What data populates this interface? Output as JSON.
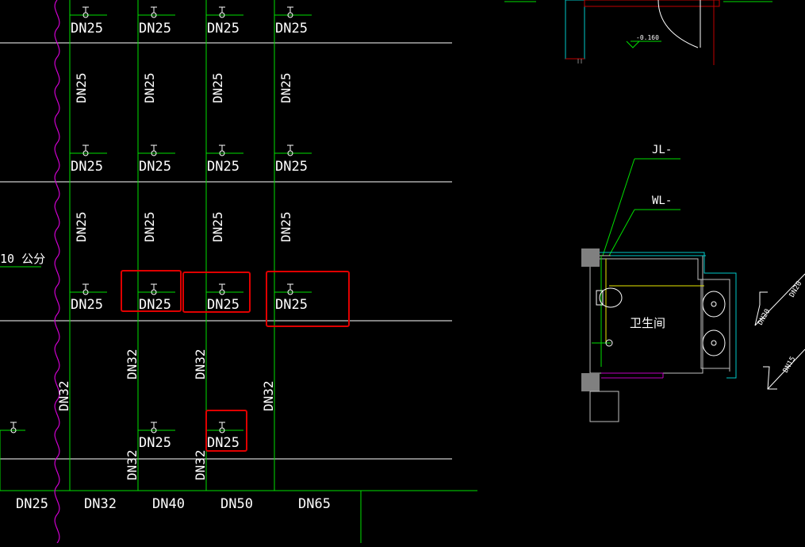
{
  "app": {
    "title": "CAD drawing canvas"
  },
  "colors": {
    "background": "#000000",
    "pipe": "#00e000",
    "line": "#ffffff",
    "break_line": "#d000d0",
    "highlight": "#e00000",
    "wall": "#00c8c8",
    "red_line": "#c00000",
    "yellow": "#e8e800",
    "magenta": "#c000c0",
    "gray": "#808080"
  },
  "labels": {
    "dn25": "DN25",
    "dn32": "DN32",
    "dn40": "DN40",
    "dn50": "DN50",
    "dn65": "DN65",
    "partial_left": "10 公分",
    "elevation": "-0.160",
    "jl": "JL-",
    "wl": "WL-",
    "room": "卫生间",
    "diag_top": "DN20",
    "diag_mid": "DN20",
    "diag_bottom": "DN15"
  },
  "bottom_labels": [
    "DN25",
    "DN32",
    "DN40",
    "DN50",
    "DN65"
  ],
  "icons": [
    "valve-icon",
    "break-line-icon",
    "toilet-icon",
    "washbasin-icon",
    "elevation-marker-icon",
    "column-icon"
  ]
}
